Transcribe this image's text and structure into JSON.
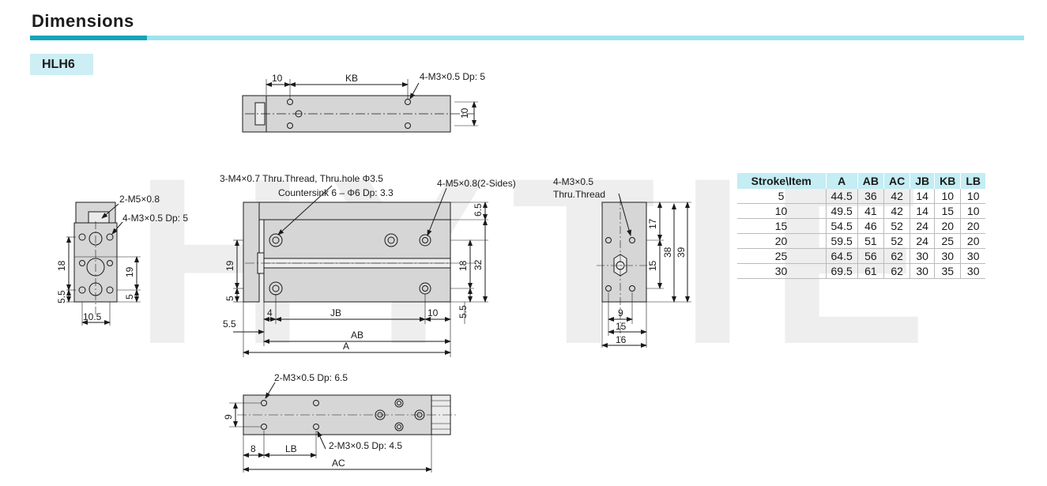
{
  "header": {
    "title": "Dimensions",
    "model": "HLH6",
    "bar_color": "#9fe3ee",
    "accent_color": "#12a5b8"
  },
  "watermark": "HYTIE",
  "labels": {
    "top_10": "10",
    "top_kb": "KB",
    "top_m3": "4-M3×0.5 Dp: 5",
    "top_side_10": "10",
    "end_m5": "2-M5×0.8",
    "end_m3": "4-M3×0.5 Dp: 5",
    "end_18": "18",
    "end_19": "19",
    "end_55": "5.5",
    "end_5": "5",
    "end_105": "10.5",
    "front_m4": "3-M4×0.7 Thru.Thread, Thru.hole Φ3.5",
    "front_cs": "Countersink 6 – Φ6 Dp: 3.3",
    "front_m5": "4-M5×0.8(2-Sides)",
    "front_65": "6.5",
    "front_19": "19",
    "front_5": "5",
    "front_18": "18",
    "front_32": "32",
    "front_55a": "5.5",
    "front_4": "4",
    "front_jb": "JB",
    "front_10": "10",
    "front_55b": "5.5",
    "front_ab": "AB",
    "front_a": "A",
    "side_m3": "4-M3×0.5",
    "side_thru": "Thru.Thread",
    "side_17": "17",
    "side_15": "15",
    "side_38": "38",
    "side_39": "39",
    "side_9": "9",
    "side_15b": "15",
    "side_16": "16",
    "bot_m3a": "2-M3×0.5 Dp: 6.5",
    "bot_9": "9",
    "bot_8": "8",
    "bot_lb": "LB",
    "bot_m3b": "2-M3×0.5 Dp: 4.5",
    "bot_ac": "AC"
  },
  "table": {
    "headers": [
      "Stroke\\Item",
      "A",
      "AB",
      "AC",
      "JB",
      "KB",
      "LB"
    ],
    "rows": [
      [
        "5",
        "44.5",
        "36",
        "42",
        "14",
        "10",
        "10"
      ],
      [
        "10",
        "49.5",
        "41",
        "42",
        "14",
        "15",
        "10"
      ],
      [
        "15",
        "54.5",
        "46",
        "52",
        "24",
        "20",
        "20"
      ],
      [
        "20",
        "59.5",
        "51",
        "52",
        "24",
        "25",
        "20"
      ],
      [
        "25",
        "64.5",
        "56",
        "62",
        "30",
        "30",
        "30"
      ],
      [
        "30",
        "69.5",
        "61",
        "62",
        "30",
        "35",
        "30"
      ]
    ]
  }
}
